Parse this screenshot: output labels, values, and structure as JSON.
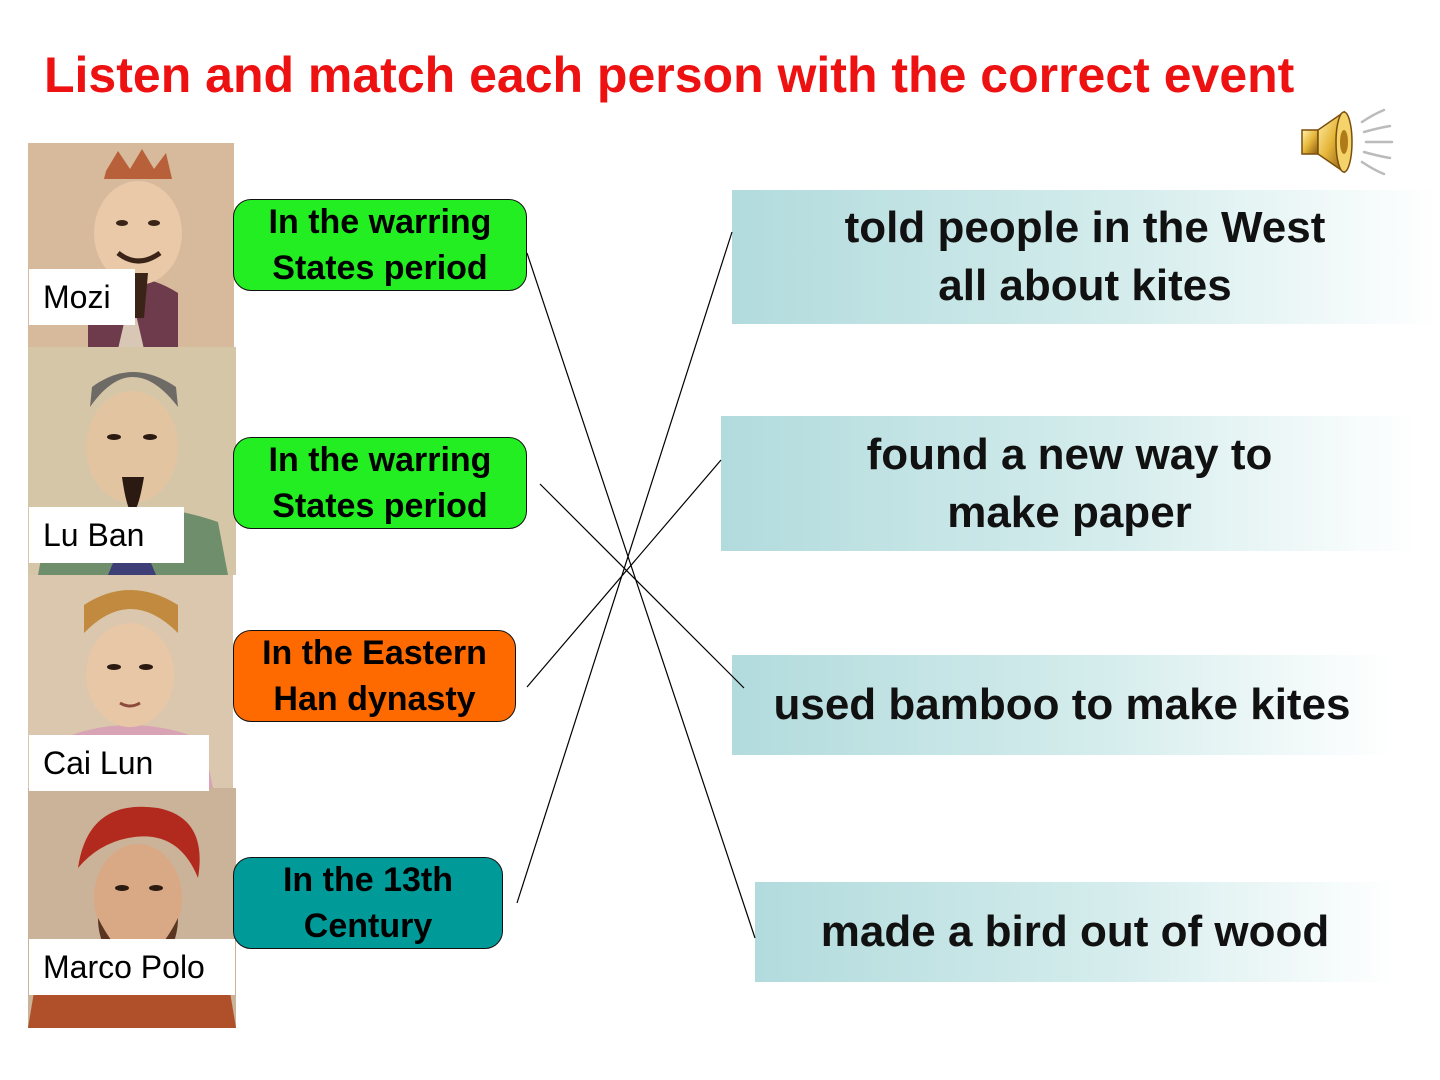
{
  "title": "Listen and match each person with the correct event",
  "audio_icon": "speaker-icon",
  "people": [
    {
      "name": "Mozi",
      "period": "In the warring\n States period",
      "period_color": "#22ee22"
    },
    {
      "name": "Lu Ban",
      "period": "In the warring\n States period",
      "period_color": "#22ee22"
    },
    {
      "name": "Cai Lun",
      "period": "In the Eastern\n Han dynasty",
      "period_color": "#ff6a00"
    },
    {
      "name": "Marco Polo",
      "period": "In the 13th\n Century",
      "period_color": "#009b99"
    }
  ],
  "events": [
    {
      "text": "told people in the West\nall about kites"
    },
    {
      "text": "found a new way to\nmake paper"
    },
    {
      "text": "used bamboo to make kites"
    },
    {
      "text": "made a bird out of wood"
    }
  ],
  "matches": [
    {
      "person": "Mozi",
      "event": "made a bird out of wood"
    },
    {
      "person": "Lu Ban",
      "event": "used bamboo to make kites"
    },
    {
      "person": "Cai Lun",
      "event": "found a new way to\nmake paper"
    },
    {
      "person": "Marco Polo",
      "event": "told people in the West\nall about kites"
    }
  ]
}
